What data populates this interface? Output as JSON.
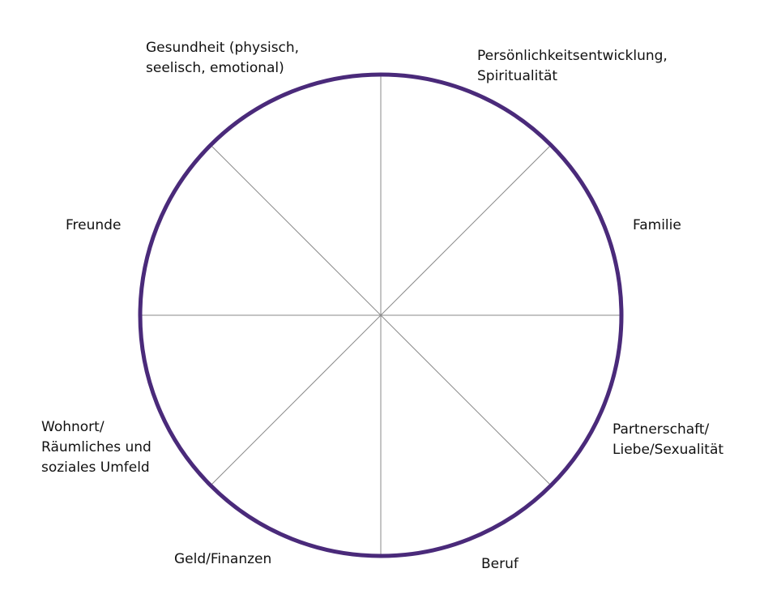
{
  "wheel": {
    "ring_color": "#4a2a7a",
    "spoke_color": "#8a8a8a",
    "segment_count": 8
  },
  "labels": {
    "gesundheit": "Gesundheit (physisch,\nseelisch, emotional)",
    "persoenlichkeit": "Persönlichkeitsentwicklung,\nSpiritualität",
    "familie": "Familie",
    "partnerschaft": "Partnerschaft/\nLiebe/Sexualität",
    "beruf": "Beruf",
    "geld": "Geld/Finanzen",
    "wohnort": "Wohnort/\nRäumliches und\nsoziales Umfeld",
    "freunde": "Freunde"
  }
}
